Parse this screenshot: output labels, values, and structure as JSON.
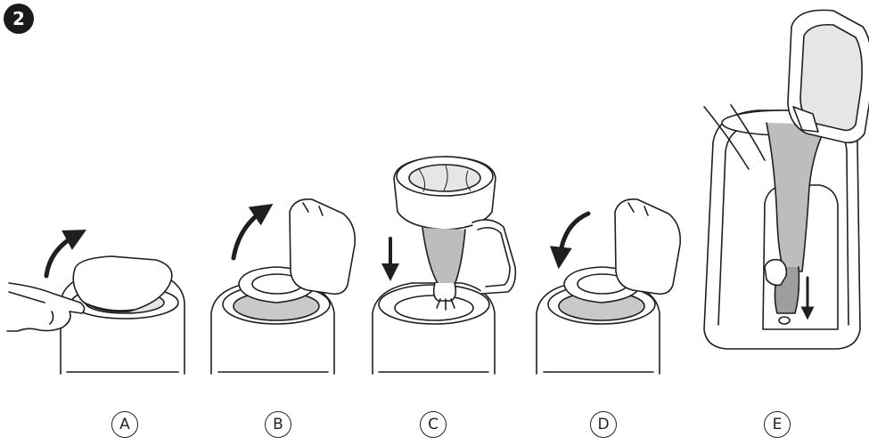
{
  "step": {
    "number": "2"
  },
  "panels": [
    {
      "id": "a",
      "label": "A"
    },
    {
      "id": "b",
      "label": "B"
    },
    {
      "id": "c",
      "label": "C"
    },
    {
      "id": "d",
      "label": "D"
    },
    {
      "id": "e",
      "label": "E"
    }
  ],
  "colors": {
    "line": "#1f1f1f",
    "fill_grey": "#c9c9c9",
    "light_grey": "#e6e6e6",
    "bag_grey": "#bdbdbd"
  }
}
